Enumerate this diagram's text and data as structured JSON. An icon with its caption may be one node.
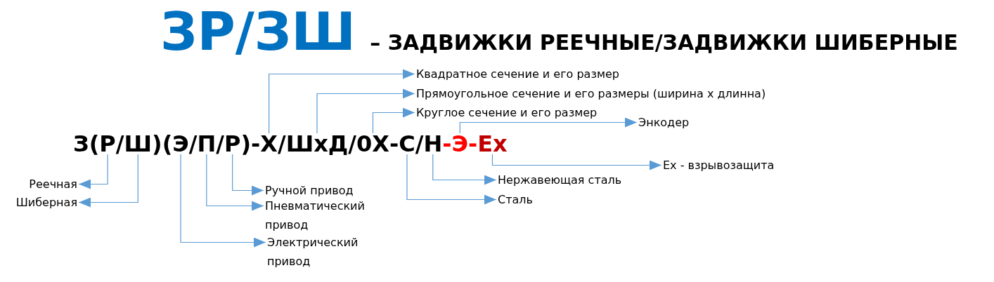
{
  "diagram": {
    "title": "**ЗР/ЗШ** – ЗАДВИЖКИ РЕЕЧНЫЕ/ЗАДВИЖКИ ШИБЕРНЫЕ",
    "nodes": [
      {
        "text": [
          "Р"
        ]
      },
      {
        "text": [
          "Ш"
        ]
      },
      {
        "text": [
          "Э"
        ]
      },
      {
        "text": [
          "П"
        ]
      },
      {
        "text": [
          "Р"
        ]
      },
      {
        "text": [
          "Х"
        ]
      },
      {
        "text": [
          "ШхД"
        ]
      },
      {
        "text": [
          "0Х"
        ]
      },
      {
        "text": [
          "С"
        ]
      },
      {
        "text": [
          "Н"
        ]
      },
      {
        "text": [
          "Э"
        ]
      },
      {
        "text": [
          "Ex"
        ]
      },
      {
        "text": [
          "Реечная"
        ]
      },
      {
        "text": [
          "Шиберная"
        ]
      },
      {
        "text": [
          "Ручной привод"
        ]
      },
      {
        "text": [
          "Пневматический привод"
        ]
      },
      {
        "text": [
          "Электрический привод"
        ]
      },
      {
        "text": [
          "Квадратное сечение и его размер"
        ]
      },
      {
        "text": [
          "Прямоугольное сечение и его размеры (ширина х длинна)"
        ]
      },
      {
        "text": [
          "Круглое сечение и его размер"
        ]
      },
      {
        "text": [
          "Энкодер"
        ]
      },
      {
        "text": [
          "Ex - взрывозащита"
        ]
      },
      {
        "text": [
          "Нержавеющая сталь"
        ]
      },
      {
        "text": [
          "Сталь"
        ]
      }
    ],
    "edges": [
      {
        "from": 0,
        "to": 12,
        "arrow": "to"
      },
      {
        "from": 1,
        "to": 13,
        "arrow": "to"
      },
      {
        "from": 4,
        "to": 14,
        "arrow": "to"
      },
      {
        "from": 3,
        "to": 15,
        "arrow": "to"
      },
      {
        "from": 2,
        "to": 16,
        "arrow": "to"
      },
      {
        "from": 5,
        "to": 17,
        "arrow": "to"
      },
      {
        "from": 6,
        "to": 18,
        "arrow": "to"
      },
      {
        "from": 7,
        "to": 19,
        "arrow": "to"
      },
      {
        "from": 10,
        "to": 20,
        "arrow": "to"
      },
      {
        "from": 11,
        "to": 21,
        "arrow": "to"
      },
      {
        "from": 9,
        "to": 22,
        "arrow": "to"
      },
      {
        "from": 8,
        "to": 23,
        "arrow": "to"
      }
    ],
    "labels": [
      "З(",
      "/",
      ")(",
      "/",
      "/",
      ")-",
      "/",
      "/",
      "-",
      "/",
      "-",
      "-"
    ]
  }
}
